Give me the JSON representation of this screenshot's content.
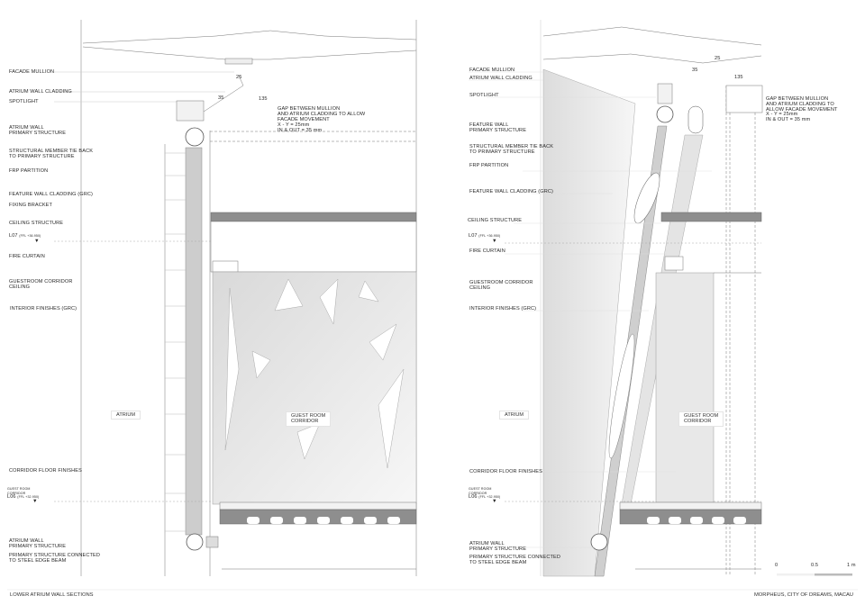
{
  "left_section": {
    "labels": {
      "facade_mullion": "FACADE MULLION",
      "atrium_wall_cladding": "ATRIUM WALL CLADDING",
      "spotlight": "SPOTLIGHT",
      "atrium_wall_primary_1": "ATRIUM WALL",
      "atrium_wall_primary_2": "PRIMARY STRUCTURE",
      "tie_back_1": "STRUCTURAL MEMBER TIE BACK",
      "tie_back_2": "TO PRIMARY STRUCTURE",
      "frp_partition": "FRP PARTITION",
      "feature_wall_cladding": "FEATURE WALL CLADDING (GRC)",
      "fixing_bracket": "FIXING BRACKET",
      "ceiling_structure": "CEILING STRUCTURE",
      "level_l07": "L07",
      "level_l07_ffl": "(FFL +36.950)",
      "fire_curtain": "FIRE CURTAIN",
      "corridor_ceiling_1": "GUESTROOM CORRIDOR",
      "corridor_ceiling_2": "CEILING",
      "interior_finishes": "INTERIOR FINISHES (GRC)",
      "atrium": "ATRIUM",
      "guest_room_corridor_1": "GUEST ROOM",
      "guest_room_corridor_2": "CORRIDOR",
      "corridor_floor_finishes": "CORRIDOR FLOOR FINISHES",
      "level_l06_pre_1": "GUEST ROOM",
      "level_l06_pre_2": "CORRIDOR",
      "level_l06": "L06",
      "level_l06_ffl": "(FFL +32.950)",
      "bottom_primary_1": "ATRIUM WALL",
      "bottom_primary_2": "PRIMARY STRUCTURE",
      "edge_beam_1": "PRIMARY STRUCTURE CONNECTED",
      "edge_beam_2": "TO STEEL EDGE BEAM"
    },
    "gap_note": [
      "GAP BETWEEN MULLION",
      "AND ATRIUM CLADDING TO ALLOW",
      "FACADE MOVEMENT",
      "X - Y = 25mm",
      "IN & OUT = 35 mm"
    ],
    "dims": {
      "d25": "25",
      "d35": "35",
      "d135": "135"
    }
  },
  "right_section": {
    "labels": {
      "facade_mullion": "FACADE MULLION",
      "atrium_wall_cladding": "ATRIUM WALL CLADDING",
      "spotlight": "SPOTLIGHT",
      "feature_wall_primary_1": "FEATURE WALL",
      "feature_wall_primary_2": "PRIMARY STRUCTURE",
      "tie_back_1": "STRUCTURAL MEMBER TIE BACK",
      "tie_back_2": "TO PRIMARY STRUCTURE",
      "frp_partition": "FRP PARTITION",
      "feature_wall_cladding": "FEATURE WALL CLADDING (GRC)",
      "ceiling_structure": "CEILING STRUCTURE",
      "level_l07": "L07",
      "level_l07_ffl": "(FFL +36.950)",
      "fire_curtain": "FIRE CURTAIN",
      "corridor_ceiling_1": "GUESTROOM CORRIDOR",
      "corridor_ceiling_2": "CEILING",
      "interior_finishes": "INTERIOR FINISHES (GRC)",
      "atrium": "ATRIUM",
      "guest_room_corridor_1": "GUEST ROOM",
      "guest_room_corridor_2": "CORRIDOR",
      "corridor_floor_finishes": "CORRIDOR FLOOR FINISHES",
      "level_l06_pre_1": "GUEST ROOM",
      "level_l06_pre_2": "CORRIDOR",
      "level_l06": "L06",
      "level_l06_ffl": "(FFL +32.950)",
      "bottom_primary_1": "ATRIUM WALL",
      "bottom_primary_2": "PRIMARY STRUCTURE",
      "edge_beam_1": "PRIMARY STRUCTURE CONNECTED",
      "edge_beam_2": "TO STEEL EDGE BEAM"
    },
    "gap_note": [
      "GAP BETWEEN MULLION",
      "AND ATRIUM CLADDING TO",
      "ALLOW FACADE MOVEMENT",
      "X - Y = 25mm",
      "IN & OUT = 35 mm"
    ],
    "dims": {
      "d25": "25",
      "d35": "35",
      "d135": "135"
    }
  },
  "scale_bar": {
    "t0": "0",
    "t1": "0.5",
    "t2": "1 m"
  },
  "footer": {
    "left_title": "LOWER ATRIUM WALL SECTIONS",
    "right_title": "MORPHEUS, CITY OF DREAMS, MACAU"
  },
  "colors": {
    "structure": "#c8c8c8",
    "slab": "#8e8e8e",
    "line": "#555555",
    "fill_light": "#e6e6e6"
  }
}
